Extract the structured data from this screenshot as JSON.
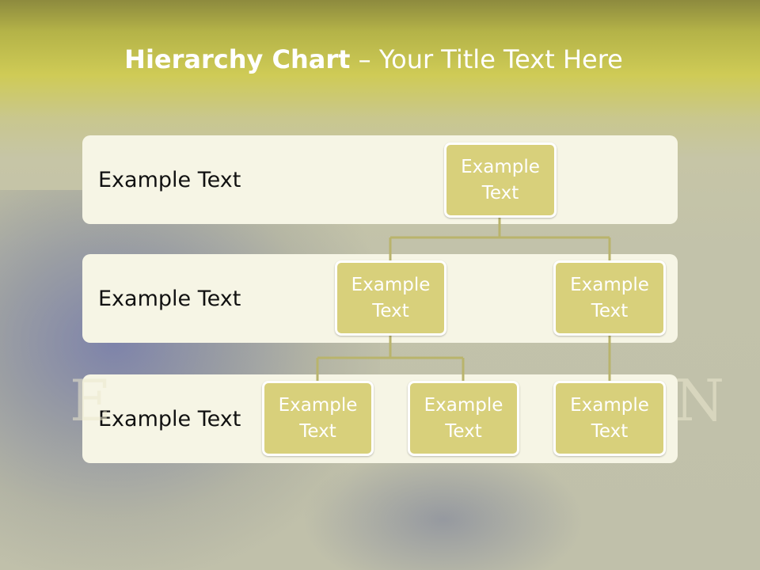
{
  "slide": {
    "title_bold": "Hierarchy Chart",
    "title_rest": " – Your Title Text Here",
    "background_letters": [
      "E",
      "N"
    ]
  },
  "bands": [
    {
      "label": "Example Text"
    },
    {
      "label": "Example Text"
    },
    {
      "label": "Example Text"
    }
  ],
  "nodes": {
    "root": "Example\nText",
    "level2_left": "Example\nText",
    "level2_right": "Example\nText",
    "level3_a": "Example\nText",
    "level3_b": "Example\nText",
    "level3_c": "Example\nText"
  },
  "colors": {
    "node_fill": "#d8d07b",
    "band_fill": "#f6f5e5",
    "connector": "#b9b46c"
  }
}
